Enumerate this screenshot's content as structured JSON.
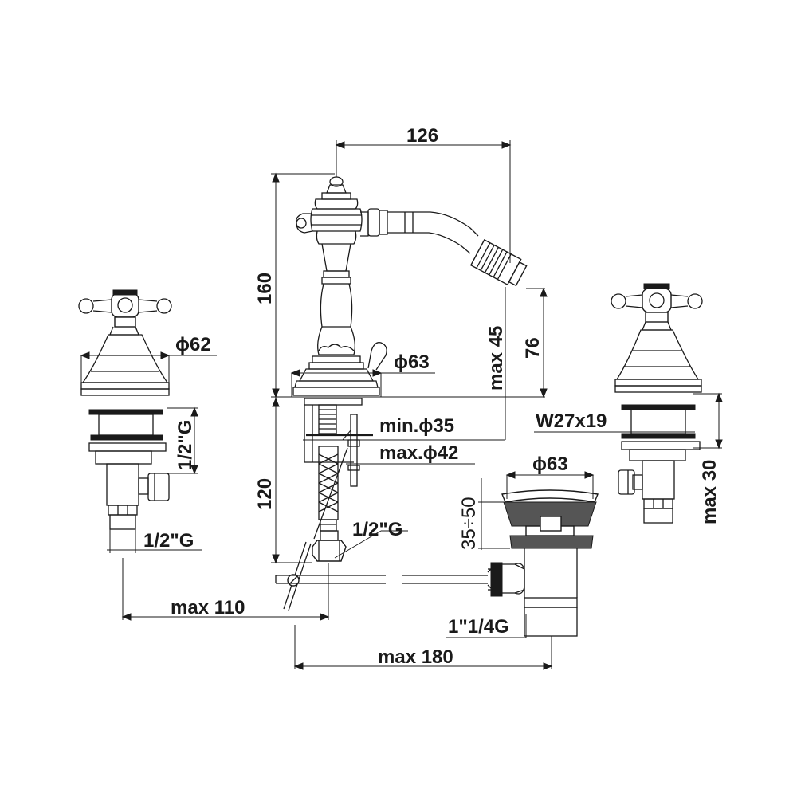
{
  "dimensions": {
    "top_width": "126",
    "spout_height": "160",
    "spout_reach_max": "max 45",
    "spout_outlet_height": "76",
    "spout_base_diameter": "ϕ63",
    "handle_base_diameter": "ϕ62",
    "left_thread": "1/2\"G",
    "left_outlet_thread": "1/2\"G",
    "hole_min": "min.ϕ35",
    "hole_max": "max.ϕ42",
    "under_height": "120",
    "flex_thread": "1/2\"G",
    "max_110": "max 110",
    "max_180": "max 180",
    "waste_diameter": "ϕ63",
    "waste_range": "35÷50",
    "waste_thread": "1\"1/4G",
    "wrench_size": "W27x19",
    "max_30": "max 30"
  }
}
